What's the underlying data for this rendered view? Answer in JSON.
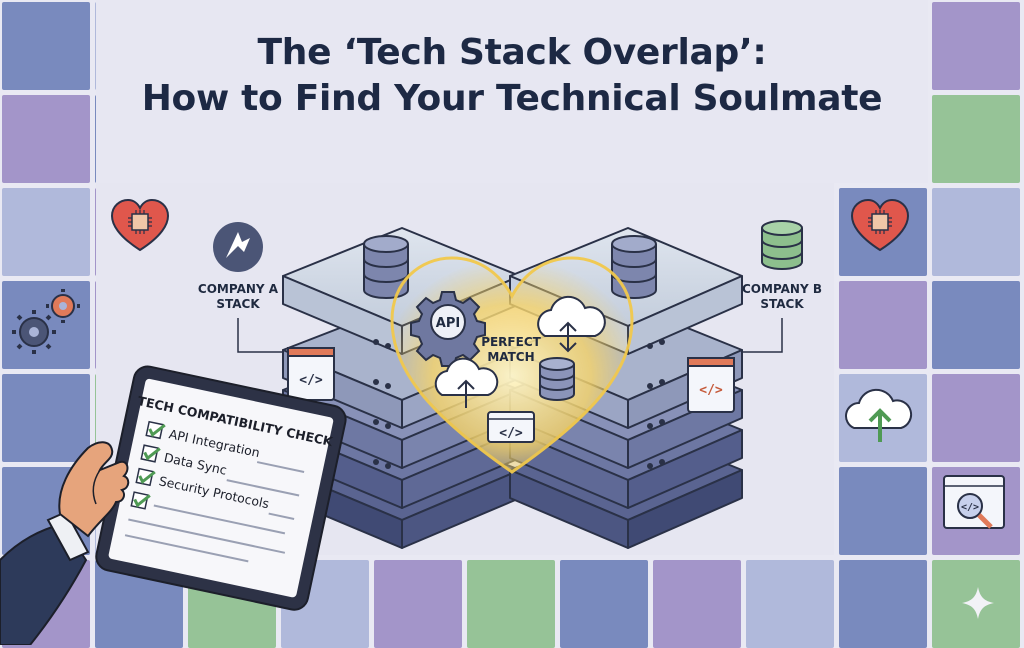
{
  "title": {
    "line1": "The ‘Tech Stack Overlap’:",
    "line2": "How to Find Your Technical Soulmate"
  },
  "company_a": {
    "line1": "COMPANY A",
    "line2": "STACK"
  },
  "company_b": {
    "line1": "COMPANY B",
    "line2": "STACK"
  },
  "match": {
    "line1": "PERFECT",
    "line2": "MATCH"
  },
  "api_label": "API",
  "code_glyph": "</>",
  "checklist": {
    "title": "TECH COMPATIBILITY CHECK",
    "items": [
      "API Integration",
      "Data Sync",
      "Security Protocols"
    ]
  },
  "colors": {
    "navy": "#1d2944",
    "tile_blue": "#6d80b8",
    "tile_green": "#8dbf8d",
    "tile_purple": "#9b8cc4",
    "tile_light": "#aab4d8",
    "heart_glow": "#f6d46a",
    "server_top": "#c5cfdf",
    "server_dark": "#4b5681",
    "check_green": "#4f9a54",
    "heart_red": "#e0574c"
  }
}
